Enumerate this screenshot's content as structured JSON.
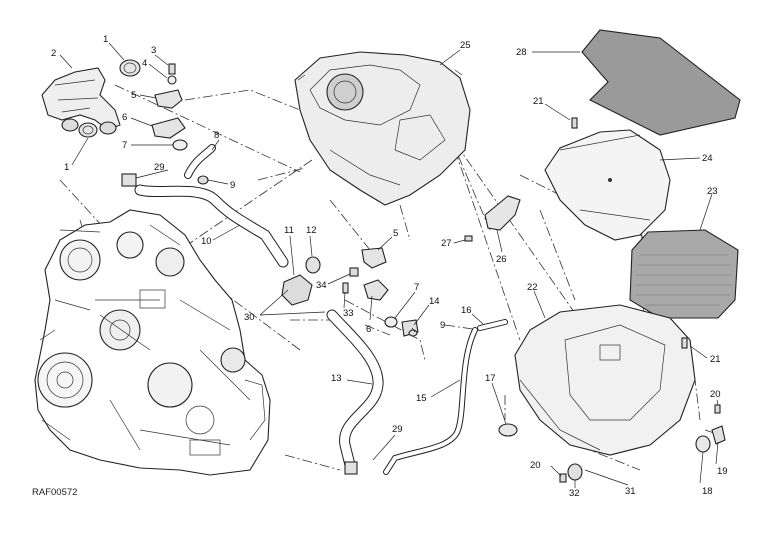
{
  "diagram": {
    "reference_code": "RAF00572",
    "callouts": [
      {
        "id": "c1a",
        "text": "1"
      },
      {
        "id": "c2",
        "text": "2"
      },
      {
        "id": "c3",
        "text": "3"
      },
      {
        "id": "c4",
        "text": "4"
      },
      {
        "id": "c5a",
        "text": "5"
      },
      {
        "id": "c6a",
        "text": "6"
      },
      {
        "id": "c7a",
        "text": "7"
      },
      {
        "id": "c8",
        "text": "8"
      },
      {
        "id": "c29a",
        "text": "29"
      },
      {
        "id": "c9a",
        "text": "9"
      },
      {
        "id": "c1b",
        "text": "1"
      },
      {
        "id": "c10",
        "text": "10"
      },
      {
        "id": "c25",
        "text": "25"
      },
      {
        "id": "c28",
        "text": "28"
      },
      {
        "id": "c21a",
        "text": "21"
      },
      {
        "id": "c24",
        "text": "24"
      },
      {
        "id": "c23",
        "text": "23"
      },
      {
        "id": "c11",
        "text": "11"
      },
      {
        "id": "c12",
        "text": "12"
      },
      {
        "id": "c5b",
        "text": "5"
      },
      {
        "id": "c27",
        "text": "27"
      },
      {
        "id": "c26",
        "text": "26"
      },
      {
        "id": "c34",
        "text": "34"
      },
      {
        "id": "c33",
        "text": "33"
      },
      {
        "id": "c30",
        "text": "30"
      },
      {
        "id": "c7b",
        "text": "7"
      },
      {
        "id": "c14",
        "text": "14"
      },
      {
        "id": "c9b",
        "text": "9"
      },
      {
        "id": "c6b",
        "text": "6"
      },
      {
        "id": "c16",
        "text": "16"
      },
      {
        "id": "c22",
        "text": "22"
      },
      {
        "id": "c21b",
        "text": "21"
      },
      {
        "id": "c13",
        "text": "13"
      },
      {
        "id": "c15",
        "text": "15"
      },
      {
        "id": "c17",
        "text": "17"
      },
      {
        "id": "c29b",
        "text": "29"
      },
      {
        "id": "c20a",
        "text": "20"
      },
      {
        "id": "c19",
        "text": "19"
      },
      {
        "id": "c20b",
        "text": "20"
      },
      {
        "id": "c32",
        "text": "32"
      },
      {
        "id": "c31",
        "text": "31"
      },
      {
        "id": "c18",
        "text": "18"
      }
    ]
  }
}
